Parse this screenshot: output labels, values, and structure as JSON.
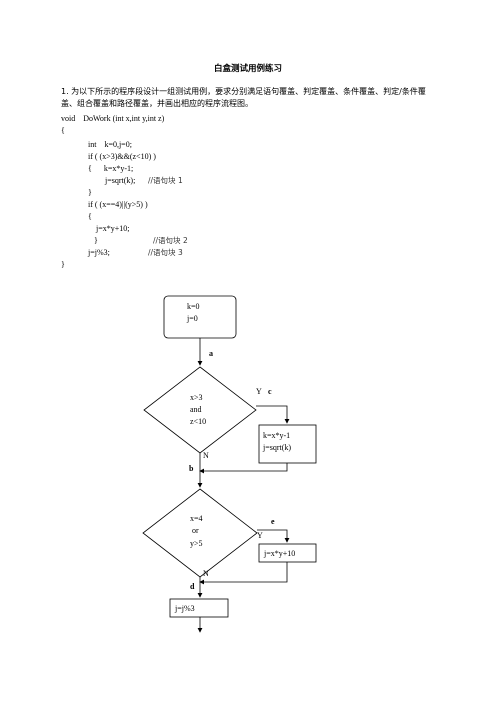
{
  "title": "白盒测试用例练习",
  "question": "1. 为以下所示的程序段设计一组测试用例，要求分别满足语句覆盖、判定覆盖、条件覆盖、判定/条件覆盖、组合覆盖和路径覆盖，并画出相应的程序流程图。",
  "code": {
    "l1": "void    DoWork (int x,int y,int z)",
    "l2": "{",
    "l3": "int    k=0,j=0;",
    "l4": "if ( (x>3)&&(z<10) )",
    "l5": "{      k=x*y-1;",
    "l6": "j=sqrt(k);",
    "c6": "//语句块 1",
    "l7": "}",
    "l8": "if ( (x==4)||(y>5) )",
    "l9": "{",
    "l10": "j=x*y+10;",
    "l11": "}",
    "c11": "//语句块 2",
    "l12": "j=j%3;",
    "c12": "//语句块 3",
    "l13": "}"
  },
  "flow": {
    "start_l1": "k=0",
    "start_l2": "j=0",
    "label_a": "a",
    "label_Y1": "Y",
    "label_c": "c",
    "d1_l1": "x>3",
    "d1_l2": "and",
    "d1_l3": "z<10",
    "b1_l1": "k=x*y-1",
    "b1_l2": "j=sqrt(k)",
    "label_N1": "N",
    "label_b": "b",
    "label_e": "e",
    "label_Y2": "Y",
    "d2_l1": "x=4",
    "d2_l2": "or",
    "d2_l3": "y>5",
    "b2": "j=x*y+10",
    "label_N2": "N",
    "label_d": "d",
    "end": "j=j%3"
  }
}
